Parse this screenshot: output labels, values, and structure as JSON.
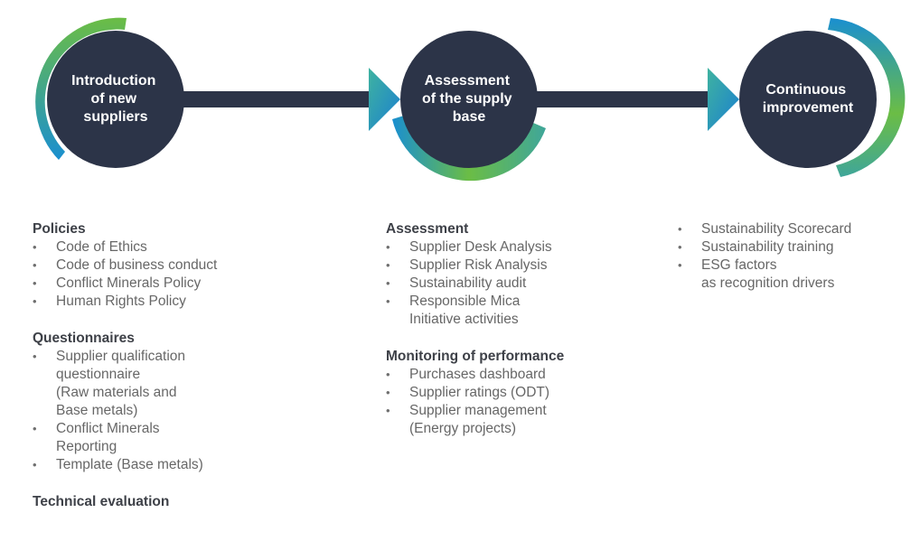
{
  "colors": {
    "circle": "#2c3448",
    "connector": "#2c3448",
    "accent_green": "#6bbd45",
    "accent_blue": "#1a8fd0"
  },
  "stages": [
    {
      "title_lines": [
        "Introduction",
        "of new",
        "suppliers"
      ]
    },
    {
      "title_lines": [
        "Assessment",
        "of the supply",
        "base"
      ]
    },
    {
      "title_lines": [
        "Continuous",
        "improvement"
      ]
    }
  ],
  "columns": [
    {
      "sections": [
        {
          "heading": "Policies",
          "items": [
            {
              "lines": [
                "Code of Ethics"
              ]
            },
            {
              "lines": [
                "Code of business conduct"
              ]
            },
            {
              "lines": [
                "Conflict Minerals Policy"
              ]
            },
            {
              "lines": [
                "Human Rights Policy"
              ]
            }
          ]
        },
        {
          "heading": "Questionnaires",
          "items": [
            {
              "lines": [
                "Supplier qualification",
                "questionnaire",
                "(Raw materials and",
                "Base metals)"
              ]
            },
            {
              "lines": [
                "Conflict Minerals",
                "Reporting"
              ]
            },
            {
              "lines": [
                "Template (Base metals)"
              ]
            }
          ]
        },
        {
          "heading": "Technical evaluation",
          "items": []
        }
      ]
    },
    {
      "sections": [
        {
          "heading": "Assessment",
          "items": [
            {
              "lines": [
                "Supplier Desk Analysis"
              ]
            },
            {
              "lines": [
                "Supplier Risk Analysis"
              ]
            },
            {
              "lines": [
                "Sustainability audit"
              ]
            },
            {
              "lines": [
                "Responsible Mica",
                "Initiative activities"
              ]
            }
          ]
        },
        {
          "heading": "Monitoring of performance",
          "items": [
            {
              "lines": [
                "Purchases dashboard"
              ]
            },
            {
              "lines": [
                "Supplier ratings (ODT)"
              ]
            },
            {
              "lines": [
                "Supplier management",
                "(Energy projects)"
              ]
            }
          ]
        }
      ]
    },
    {
      "sections": [
        {
          "heading": "",
          "items": [
            {
              "lines": [
                "Sustainability Scorecard"
              ]
            },
            {
              "lines": [
                "Sustainability training"
              ]
            },
            {
              "lines": [
                "ESG factors",
                "as recognition drivers"
              ]
            }
          ]
        }
      ]
    }
  ]
}
